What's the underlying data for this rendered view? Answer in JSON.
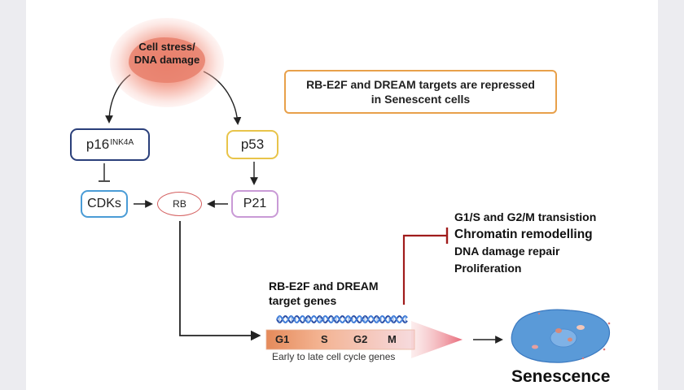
{
  "stress": {
    "line1": "Cell stress/",
    "line2": "DNA damage"
  },
  "nodes": {
    "p16": {
      "base": "p16",
      "sup": "INK4A"
    },
    "p53": "p53",
    "cdks": "CDKs",
    "rb": "RB",
    "p21": "P21"
  },
  "callout": {
    "line1": "RB-E2F and DREAM targets are repressed",
    "line2": "in Senescent cells"
  },
  "targets": {
    "line1": "RB-E2F and DREAM",
    "line2": "target genes"
  },
  "repressed": [
    "G1/S and G2/M transistion",
    "Chromatin remodelling",
    "DNA damage repair",
    "Proliferation"
  ],
  "phases": [
    "G1",
    "S",
    "G2",
    "M"
  ],
  "cycle_caption": "Early to late cell cycle genes",
  "outcome": "Senescence",
  "colors": {
    "p16_border": "#2a3f7a",
    "p53_border": "#e8c44a",
    "cdks_border": "#4a9cd6",
    "rb_border": "#d45f5f",
    "p21_border": "#c99ad6",
    "callout_border": "#e8a04a",
    "inhibition": "#a01c1c",
    "cell": "#5a9ad8"
  }
}
